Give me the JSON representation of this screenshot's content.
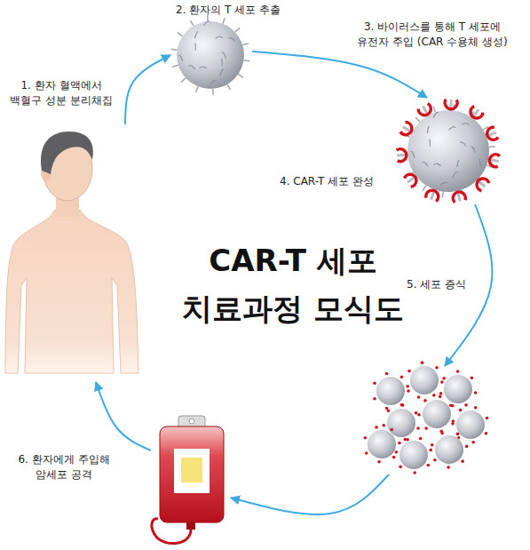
{
  "diagram": {
    "title": "CAR-T 세포 치료과정 모식도",
    "nodes": [
      {
        "text": [
          "1. 환자 혈액에서 백혈구 성분 분리채집"
        ]
      },
      {
        "text": [
          "2. 환자의 T 세포 추출"
        ]
      },
      {
        "text": [
          "4. CAR-T 세포 완성"
        ]
      },
      {
        "text": [
          "5. 세포 증식"
        ]
      },
      {
        "text": [
          "6. 환자에게 주입해 암세포 공격"
        ]
      }
    ],
    "edges": [
      {
        "from": 0,
        "to": 1,
        "arrow": "to"
      },
      {
        "from": 1,
        "to": 2,
        "label": "3. 바이러스를 통해 T 세포에 유전자 주입 (CAR 수용체 생성)",
        "arrow": "to"
      },
      {
        "from": 2,
        "to": 3,
        "arrow": "to"
      },
      {
        "from": 3,
        "to": 4,
        "arrow": "to"
      },
      {
        "from": 4,
        "to": 0,
        "arrow": "to"
      }
    ]
  }
}
